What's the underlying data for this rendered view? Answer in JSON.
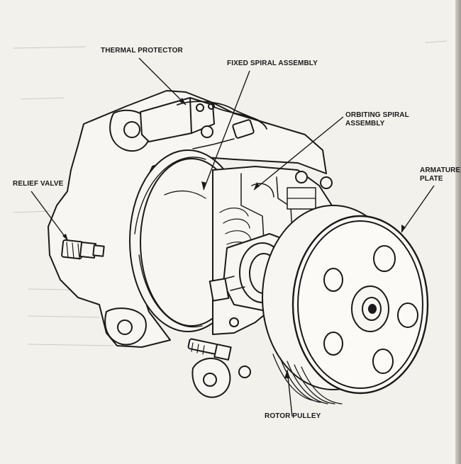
{
  "labels": {
    "thermal_protector": "THERMAL PROTECTOR",
    "fixed_spiral_assembly": "FIXED SPIRAL ASSEMBLY",
    "orbiting_spiral_line1": "ORBITING SPIRAL",
    "orbiting_spiral_line2": "ASSEMBLY",
    "armature_plate_line1": "ARMATURE",
    "armature_plate_line2": "PLATE",
    "relief_valve": "RELIEF VALVE",
    "rotor_pulley": "ROTOR PULLEY"
  },
  "colors": {
    "ink": "#1a1a1a",
    "paper": "#f3f1ec",
    "shade": "#d8d5cf"
  }
}
